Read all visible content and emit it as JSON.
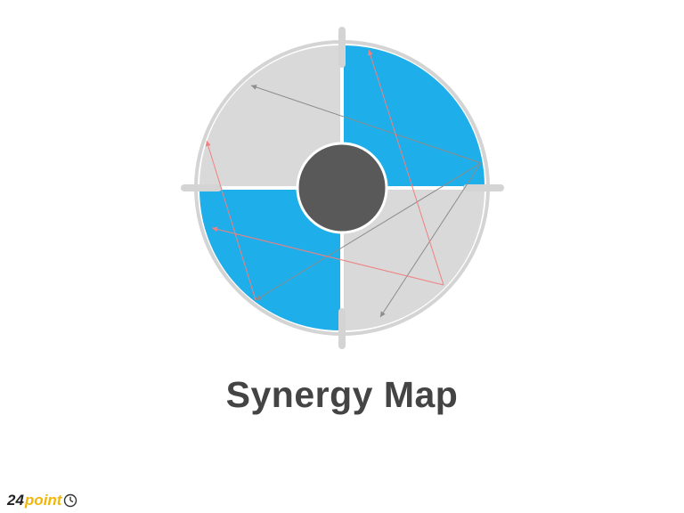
{
  "title": "Synergy Map",
  "logo": {
    "number": "24",
    "word": "point",
    "icon": "clock-icon"
  },
  "colors": {
    "blue": "#1eaee9",
    "gray_fill": "#d9d9d9",
    "ring": "#d4d4d4",
    "center": "#595959",
    "arrow_gray": "#8c8c8c",
    "arrow_red": "#f08080",
    "title": "#444444",
    "logo_yellow": "#f2b705"
  }
}
